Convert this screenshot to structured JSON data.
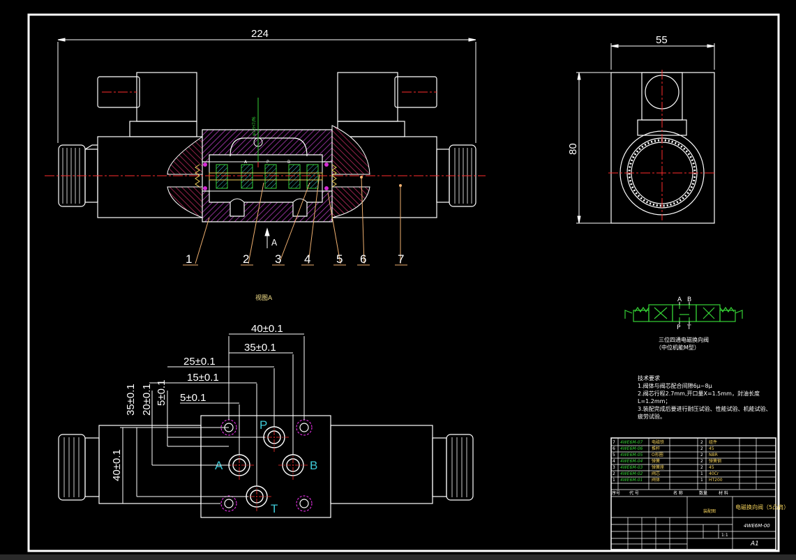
{
  "drawing": {
    "dims": {
      "total_length": "224",
      "side_width": "55",
      "side_height": "80",
      "fit": "φ12H7/f6",
      "d40": "40±0.1",
      "d35": "35±0.1",
      "d25": "25±0.1",
      "d15": "15±0.1",
      "d5": "5±0.1",
      "v35": "35±0.1",
      "v20": "20±0.1",
      "v5": "5±0.1",
      "v40": "40±0.1"
    },
    "view_arrow": "A",
    "view_title": "视图A",
    "balloons": [
      "1",
      "2",
      "3",
      "4",
      "5",
      "6",
      "7"
    ],
    "ports": {
      "p": "P",
      "a": "A",
      "b": "B",
      "t": "T"
    },
    "spool_labels": [
      "A",
      "P",
      "B"
    ],
    "symbol": {
      "top_a": "A",
      "top_b": "B",
      "bot_p": "P",
      "bot_t": "T",
      "caption1": "三位四通电磁换向阀",
      "caption2": "（中位机能M型）"
    },
    "tech": {
      "title": "技术要求",
      "lines": [
        "1.阀体与阀芯配合间隙6μ~8μ",
        "2.阀芯行程2.7mm,开口量X=1.5mm，封油长度",
        "L=1.2mm；",
        "3.装配完成后要进行耐压试验、性能试验、机能试验、",
        "疲劳试验。"
      ]
    },
    "bom": [
      {
        "no": "7",
        "code": "4WE6M-07",
        "name": "电磁铁",
        "qty": "2",
        "mat": "组件"
      },
      {
        "no": "6",
        "code": "4WE6M-06",
        "name": "推杆",
        "qty": "2",
        "mat": "45"
      },
      {
        "no": "5",
        "code": "4WE6M-05",
        "name": "O形圈",
        "qty": "2",
        "mat": "NBR"
      },
      {
        "no": "4",
        "code": "4WE6M-04",
        "name": "弹簧",
        "qty": "2",
        "mat": "弹簧钢"
      },
      {
        "no": "3",
        "code": "4WE6M-03",
        "name": "弹簧座",
        "qty": "2",
        "mat": "45"
      },
      {
        "no": "2",
        "code": "4WE6M-02",
        "name": "阀芯",
        "qty": "1",
        "mat": "40Cr"
      },
      {
        "no": "1",
        "code": "4WE6M-01",
        "name": "阀体",
        "qty": "1",
        "mat": "HT200"
      }
    ],
    "bom_header": {
      "no": "序号",
      "code": "代 号",
      "name": "名 称",
      "qty": "数量",
      "mat": "材 料"
    },
    "titleblock": {
      "name": "电磁换向阀（5凸肩）",
      "number": "4WE6M-00",
      "size": "A1",
      "assembly": "装配图",
      "scale": "1:1"
    },
    "colors": {
      "frame": "#ffffff",
      "outline": "#ffffff",
      "centerline": "#ff2d2d",
      "hatch_body": "#b03bb8",
      "hatch_red": "#d0306a",
      "cyan": "#3ec9d6",
      "green": "#35d135",
      "yellow": "#f2d05a",
      "leader": "#f0b070",
      "hole": "#d52bd5"
    }
  }
}
